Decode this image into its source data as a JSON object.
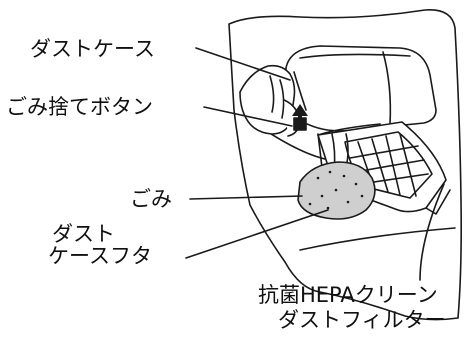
{
  "labels": {
    "dust_case": "ダストケース",
    "dump_button": "ごみ捨てボタン",
    "dust": "ごみ",
    "dust_case_lid": [
      "ダスト",
      "ケースフタ"
    ],
    "filter": [
      "抗菌HEPAクリーン",
      "ダストフィルター"
    ]
  },
  "colors": {
    "line": "#1a1a1a",
    "fill": "#ffffff",
    "dust_fill": "#cfcfcf"
  }
}
